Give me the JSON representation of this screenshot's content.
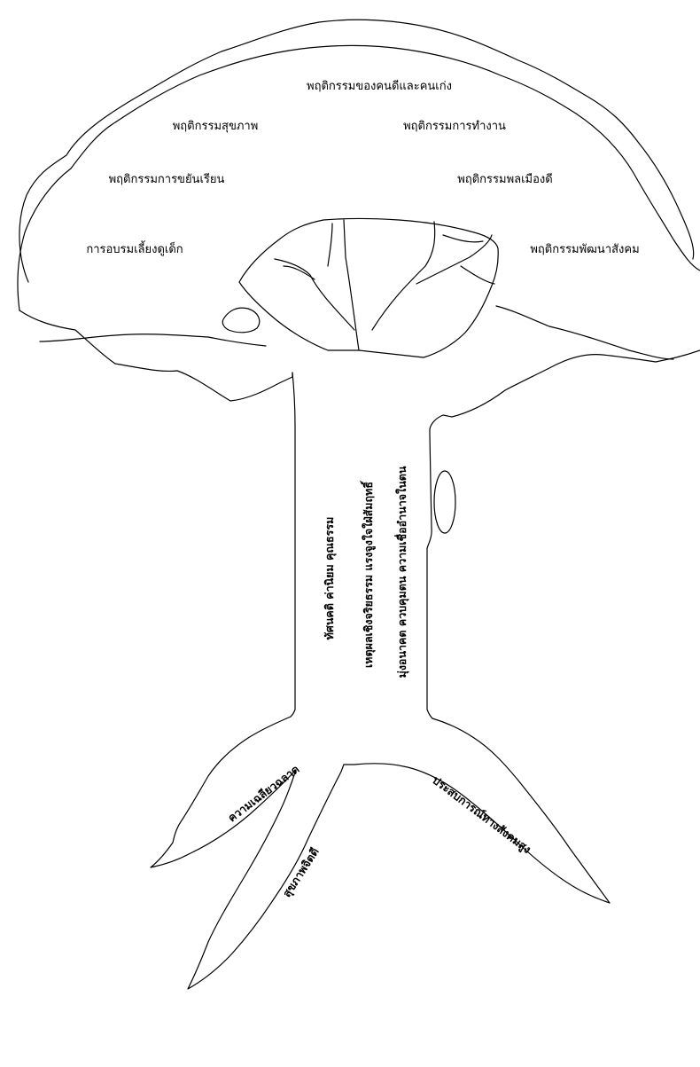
{
  "crown": {
    "behaviors": {
      "good_and_skilled": "พฤติกรรมของคนดีและคนเก่ง",
      "health": "พฤติกรรมสุขภาพ",
      "work": "พฤติกรรมการทำงาน",
      "diligent_study": "พฤติกรรมการขยันเรียน",
      "good_citizen": "พฤติกรรมพลเมืองดี",
      "child_rearing": "การอบรมเลี้ยงดูเด็ก",
      "social_development": "พฤติกรรมพัฒนาสังคม"
    }
  },
  "trunk": {
    "line1": "ทัศนคติ ค่านิยม คุณธรรม",
    "line2": "เหตุผลเชิงจริยธรรม แรงจูงใจใฝ่สัมฤทธิ์",
    "line3": "มุ่งอนาคต ควบคุมตน ความเชื่ออำนาจในตน"
  },
  "roots": {
    "left": "ความเฉลียวฉลาด",
    "middle": "สุขภาพจิตดี",
    "right": "ประสบการณ์ทางสังคมสูง"
  }
}
